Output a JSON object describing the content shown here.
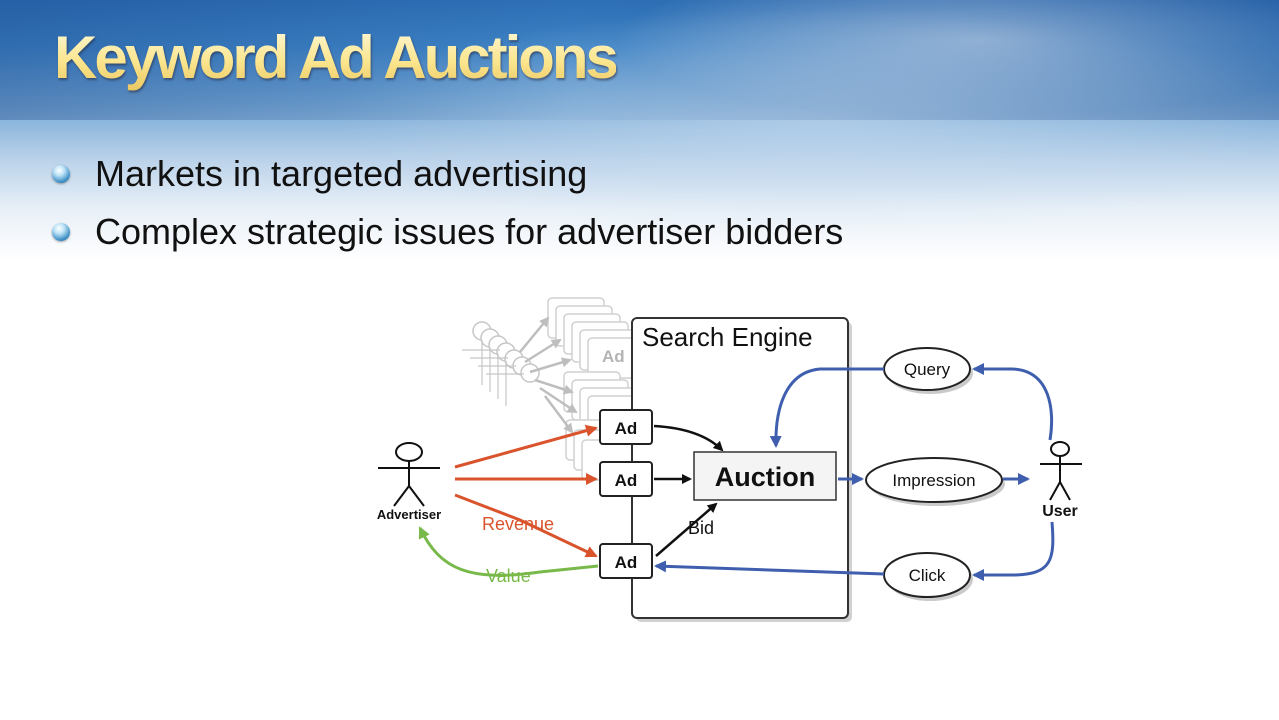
{
  "slide": {
    "title": "Keyword Ad Auctions",
    "bullets": [
      "Markets in targeted advertising",
      "Complex strategic issues for advertiser bidders"
    ]
  },
  "diagram": {
    "engine_label": "Search Engine",
    "auction_label": "Auction",
    "ad_label": "Ad",
    "advertiser_label": "Advertiser",
    "user_label": "User",
    "query_label": "Query",
    "impression_label": "Impression",
    "click_label": "Click",
    "bid_label": "Bid",
    "revenue_label": "Revenue",
    "value_label": "Value",
    "colors": {
      "revenue": "#d9542c",
      "value": "#78b94a",
      "user_flow": "#3f5fae"
    }
  }
}
